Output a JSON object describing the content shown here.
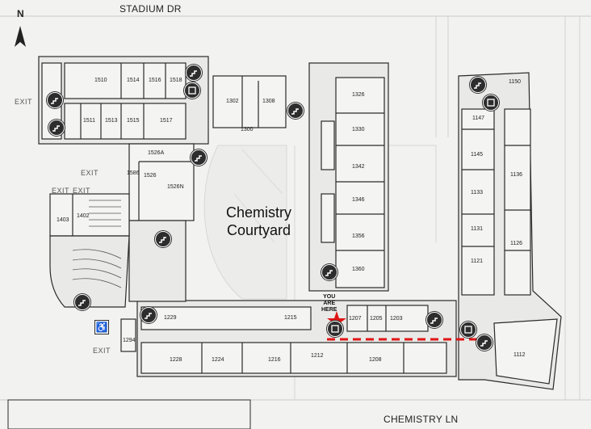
{
  "map_title": "",
  "north_label": "N",
  "streets": {
    "north": "STADIUM DR",
    "south": "CHEMISTRY LN"
  },
  "courtyard_label": [
    "Chemistry",
    "Courtyard"
  ],
  "you_are_here": [
    "YOU",
    "ARE",
    "HERE"
  ],
  "exit_label": "EXIT",
  "rooms": {
    "r1510": "1510",
    "r1514": "1514",
    "r1516": "1516",
    "r1518": "1518",
    "r1511": "1511",
    "r1513": "1513",
    "r1515": "1515",
    "r1517": "1517",
    "r1302": "1302",
    "r1308": "1308",
    "r1300": "1300",
    "r1326": "1326",
    "r1330": "1330",
    "r1342": "1342",
    "r1346": "1346",
    "r1356": "1356",
    "r1360": "1360",
    "r1150": "1150",
    "r1147": "1147",
    "r1145": "1145",
    "r1136": "1136",
    "r1133": "1133",
    "r1131": "1131",
    "r1126": "1126",
    "r1121": "1121",
    "r1112": "1112",
    "r1526A": "1526A",
    "r1526": "1526",
    "r1526N": "1526N",
    "r1586": "1586",
    "r1403": "1403",
    "r1402": "1402",
    "r1229": "1229",
    "r1215": "1215",
    "r1207": "1207",
    "r1205": "1205",
    "r1203": "1203",
    "r1228": "1228",
    "r1224": "1224",
    "r1216": "1216",
    "r1212": "1212",
    "r1208": "1208",
    "r1294": "1294"
  },
  "colors": {
    "wall": "#2a2a2a",
    "floor": "#e9e9e7",
    "background": "#f2f2f0",
    "route": "#e01414",
    "marker": "#e01414",
    "icon": "#2d2d2d"
  },
  "icons": {
    "stairs": "stairs-icon",
    "elevator": "elevator-icon",
    "accessible": "wheelchair-icon",
    "star": "you-are-here-star"
  }
}
